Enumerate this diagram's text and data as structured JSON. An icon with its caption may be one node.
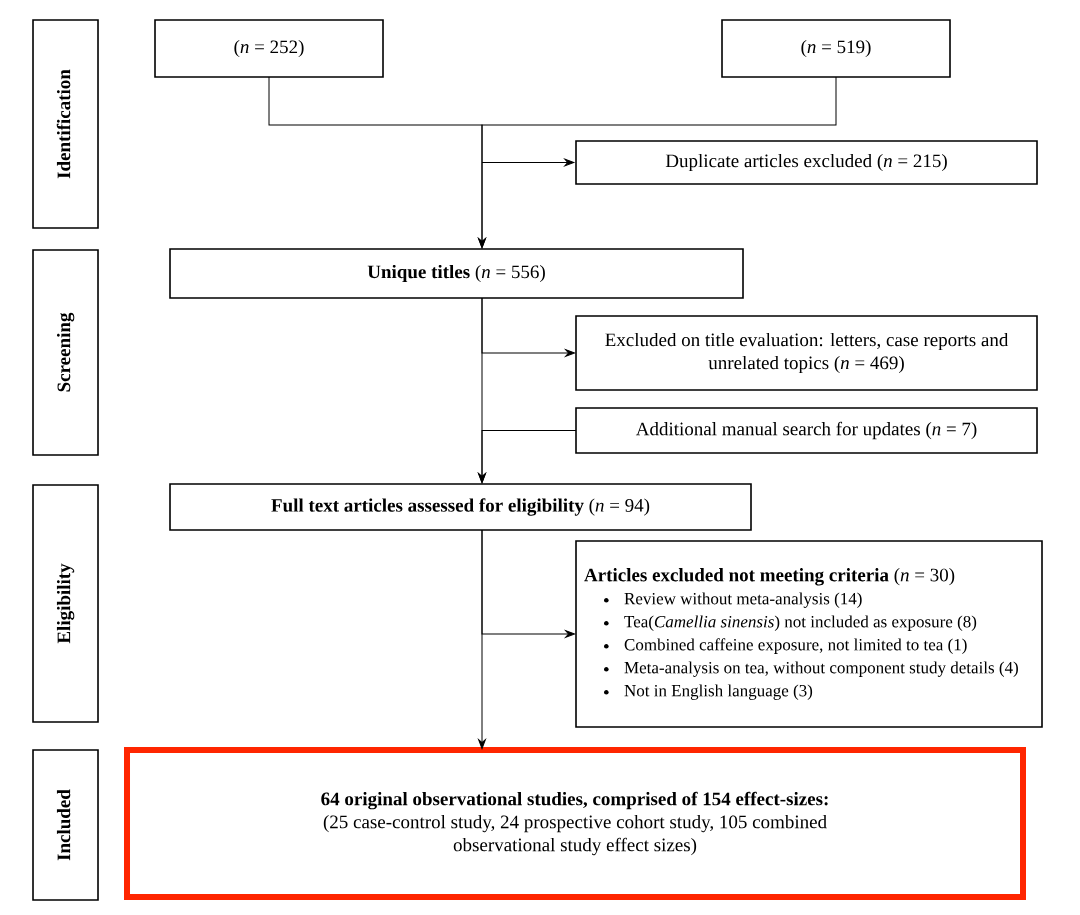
{
  "diagram": {
    "nodes": [
      {
        "text": [
          "Identification"
        ]
      },
      {
        "text": [
          "(*n* = 252)"
        ]
      },
      {
        "text": [
          "(*n* = 519)"
        ]
      },
      {
        "text": [
          "Duplicate articles excluded (*n* = 215)"
        ]
      },
      {
        "text": [
          "Screening"
        ]
      },
      {
        "text": [
          "**Unique titles** (*n* = 556)"
        ]
      },
      {
        "text": [
          "Excluded on title evaluation: letters, case reports and unrelated topics (*n* = 469)"
        ]
      },
      {
        "text": [
          "Additional manual search for updates (*n* = 7)"
        ]
      },
      {
        "text": [
          "Eligibility"
        ]
      },
      {
        "text": [
          "**Full text articles assessed for eligibility** (*n* = 94)"
        ]
      },
      {
        "text": [
          "**Articles excluded not meeting criteria** (*n* = 30)",
          "Review without meta-analysis (14)",
          "Tea(*Camellia sinensis*) not included as exposure (8)",
          "Combined caffeine exposure, not limited to tea (1)",
          "Meta-analysis on tea, without component study details (4)",
          "Not in English language (3)"
        ]
      },
      {
        "text": [
          "Included"
        ]
      },
      {
        "text": [
          "64 original observational studies, comprised of 154 effect-sizes:",
          "(25 case-control study, 24 prospective cohort study, 105 combined observational study effect sizes)"
        ]
      }
    ],
    "edges": [
      {
        "from": 1,
        "to": 5,
        "arrow": "to"
      },
      {
        "from": 2,
        "to": 5,
        "arrow": "to"
      },
      {
        "from": null,
        "to": 3,
        "arrow": "to"
      },
      {
        "from": 5,
        "to": 9,
        "arrow": "to"
      },
      {
        "from": 5,
        "to": 6,
        "arrow": "to"
      },
      {
        "from": 7,
        "to": 9,
        "arrow": "to"
      },
      {
        "from": 9,
        "to": 10,
        "arrow": "to"
      },
      {
        "from": 9,
        "to": 12,
        "arrow": "to"
      }
    ]
  }
}
